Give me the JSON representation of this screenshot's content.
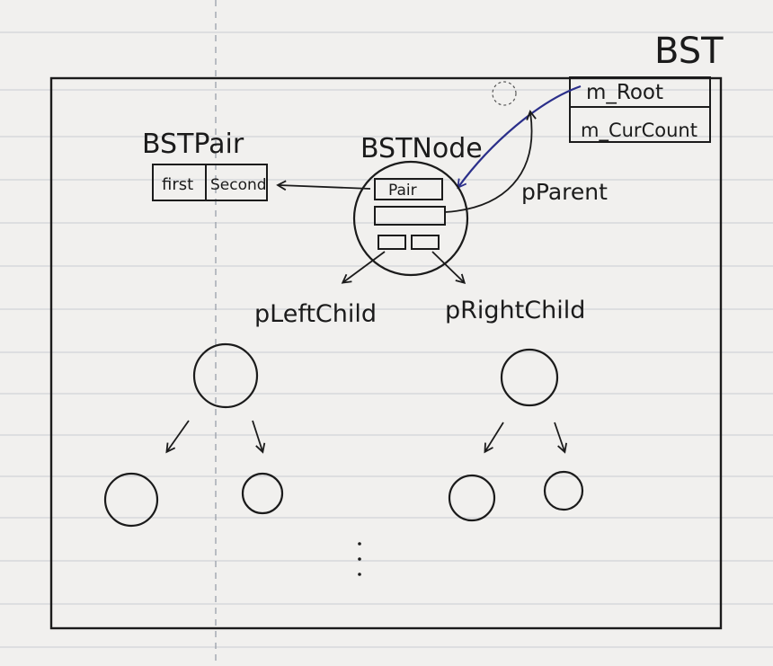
{
  "diagram": {
    "container_label": "BST",
    "bst_fields": [
      "m_Root",
      "m_CurCount"
    ],
    "pair_struct": {
      "name": "BSTPair",
      "fields": [
        "first",
        "Second"
      ]
    },
    "node_struct": {
      "name": "BSTNode",
      "field_label": "Pair"
    },
    "pointer_labels": {
      "parent": "pParent",
      "left_child": "pLeftChild",
      "right_child": "pRightChild"
    },
    "colors": {
      "ink": "#1b1b1b",
      "root_arrow": "#2b2f8a",
      "paper": "#f1f0ee",
      "ruled_line": "#c9ccd2",
      "margin_line": "#9aa0aa"
    }
  }
}
